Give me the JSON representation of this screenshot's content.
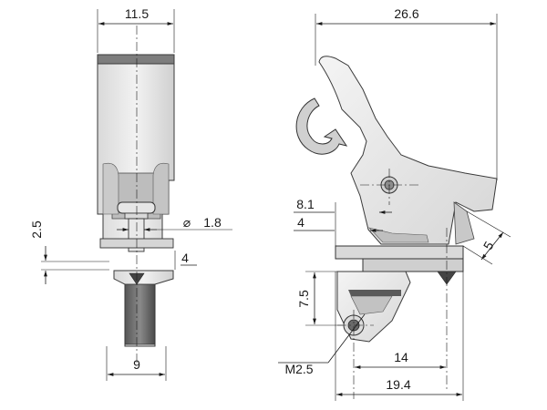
{
  "dimensions": {
    "width_top_front": "11.5",
    "width_top_side": "26.6",
    "height_left": "2.5",
    "pin_diameter": "1.8",
    "offset_4_front": "4",
    "width_bottom_front": "9",
    "dim_8_1": "8.1",
    "dim_4_side": "4",
    "dim_5": "5",
    "dim_7_5": "7.5",
    "thread_label": "M2.5",
    "dim_14": "14",
    "dim_19_4": "19.4"
  },
  "colors": {
    "line": "#1a1a1a",
    "part_light": "#e8e8e8",
    "part_mid": "#cfcfcf",
    "part_dark": "#8c8c8c",
    "part_darker": "#5c5c5c",
    "part_top": "#7a7a7a"
  }
}
